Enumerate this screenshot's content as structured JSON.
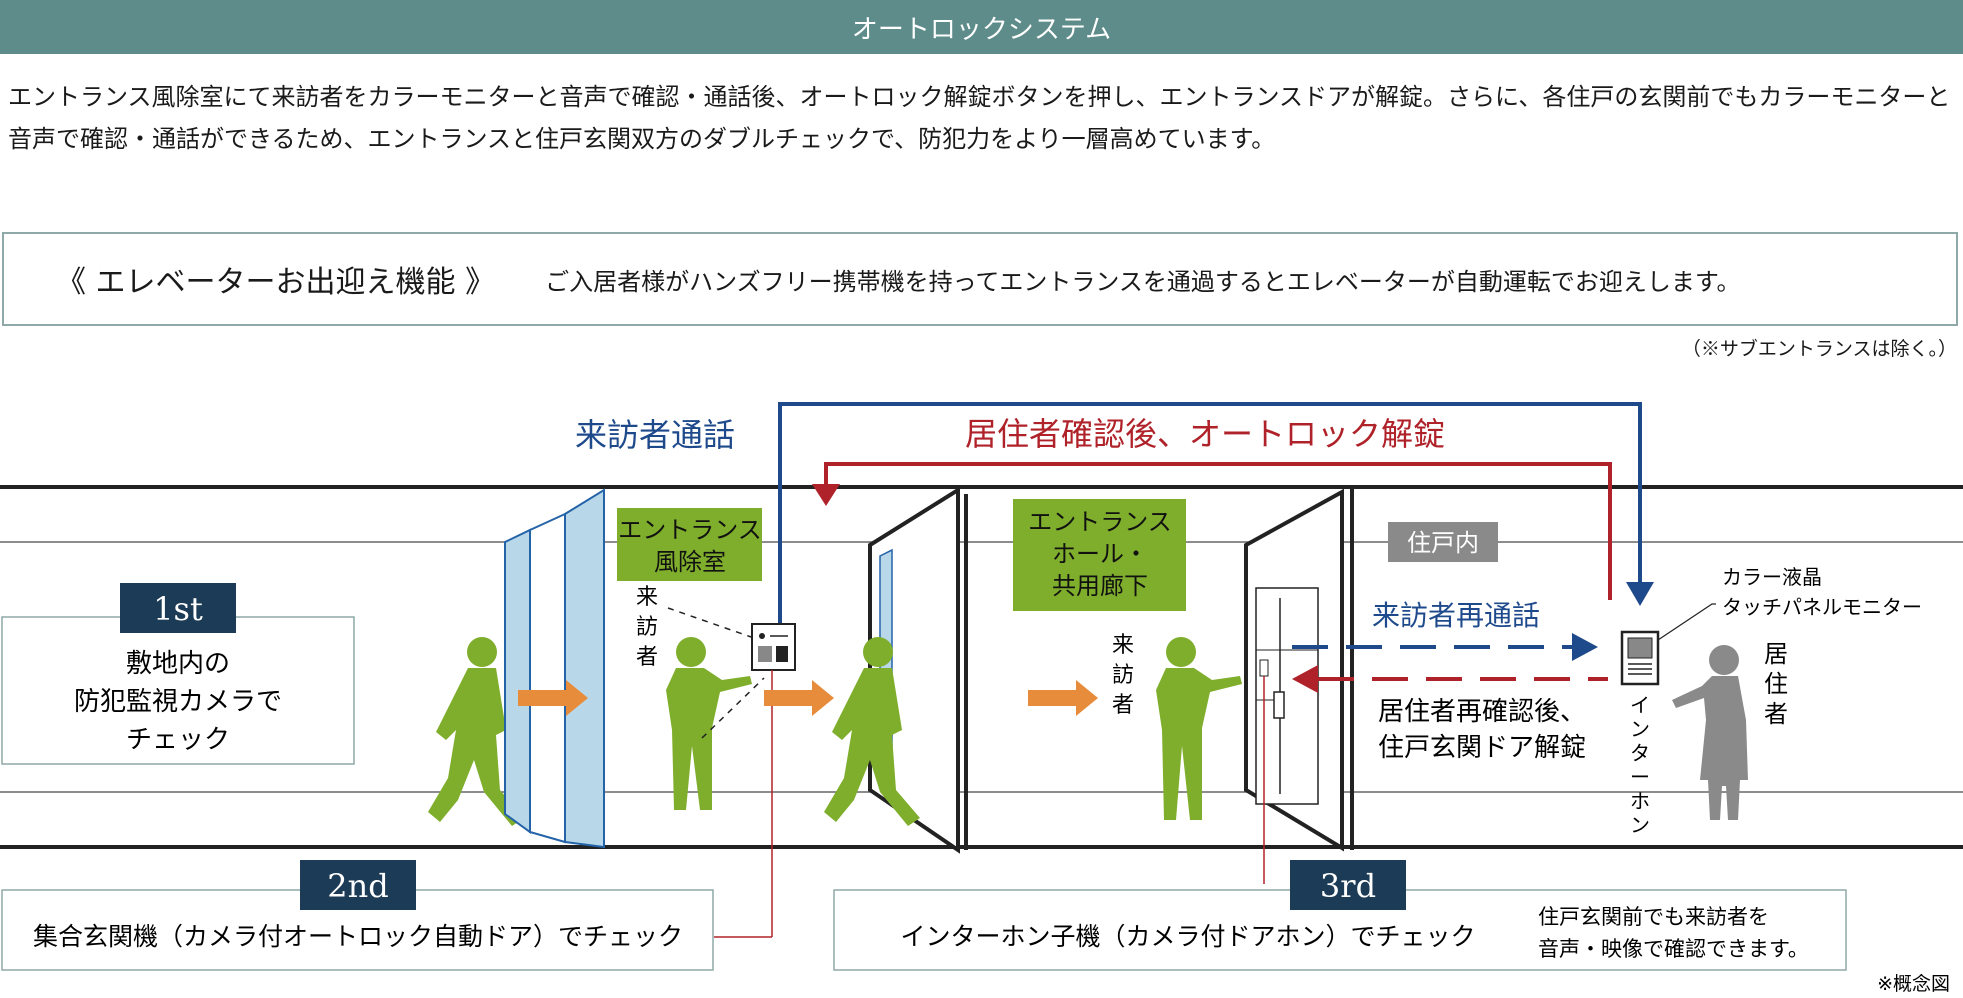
{
  "header": {
    "title": "オートロックシステム"
  },
  "description": "エントランス風除室にて来訪者をカラーモニターと音声で確認・通話後、オートロック解錠ボタンを押し、エントランスドアが解錠。さらに、各住戸の玄関前でもカラーモニターと音声で確認・通話ができるため、エントランスと住戸玄関双方のダブルチェックで、防犯力をより一層高めています。",
  "feature": {
    "title": "《 エレベーターお出迎え機能 》",
    "text": "ご入居者様がハンズフリー携帯機を持ってエントランスを通過するとエレベーターが自動運転でお迎えします。",
    "note": "（※サブエントランスは除く。）"
  },
  "diagram": {
    "call_label": "来訪者通話",
    "unlock_label": "居住者確認後、オートロック解錠",
    "recall_label": "来訪者再通話",
    "reconfirm_label_1": "居住者再確認後、",
    "reconfirm_label_2": "住戸玄関ドア解錠",
    "vestibule_label_1": "エントランス",
    "vestibule_label_2": "風除室",
    "hall_label_1": "エントランス",
    "hall_label_2": "ホール・",
    "hall_label_3": "共用廊下",
    "unit_label": "住戸内",
    "visitor_1": [
      "来",
      "訪",
      "者"
    ],
    "visitor_2": [
      "来",
      "訪",
      "者"
    ],
    "resident": [
      "居",
      "住",
      "者"
    ],
    "intercom_label": [
      "イ",
      "ン",
      "タ",
      "ー",
      "ホ",
      "ン"
    ],
    "monitor_label_1": "カラー液晶",
    "monitor_label_2": "タッチパネルモニター",
    "colors": {
      "blue": "#1e4a8c",
      "red": "#b02229",
      "green": "#7fae2c",
      "orange": "#e68c3a",
      "navy": "#1c3b57",
      "teal": "#5e8c8a"
    }
  },
  "steps": [
    {
      "badge": "1st",
      "text": [
        "敷地内の",
        "防犯監視カメラで",
        "チェック"
      ]
    },
    {
      "badge": "2nd",
      "text": [
        "集合玄関機（カメラ付オートロック自動ドア）でチェック"
      ]
    },
    {
      "badge": "3rd",
      "text": [
        "インターホン子機（カメラ付ドアホン）でチェック"
      ],
      "side_note": [
        "住戸玄関前でも来訪者を",
        "音声・映像で確認できます。"
      ]
    }
  ],
  "footnote": "※概念図"
}
